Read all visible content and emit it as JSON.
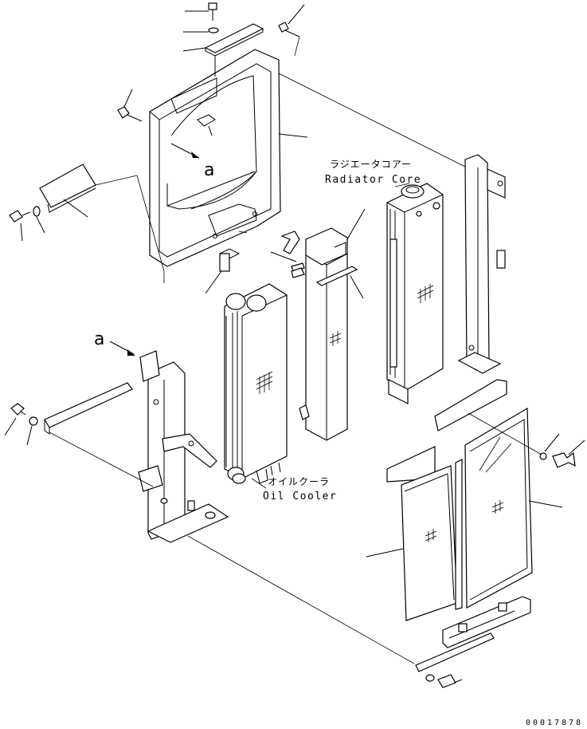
{
  "labels": {
    "radiator_core_jp": "ラジエータコアー",
    "radiator_core_en": "Radiator Core",
    "oil_cooler_jp": "オイルクーラ",
    "oil_cooler_en": "Oil Cooler",
    "view_ref_top": "a",
    "view_ref_side": "a",
    "drawing_number": "00017878"
  }
}
